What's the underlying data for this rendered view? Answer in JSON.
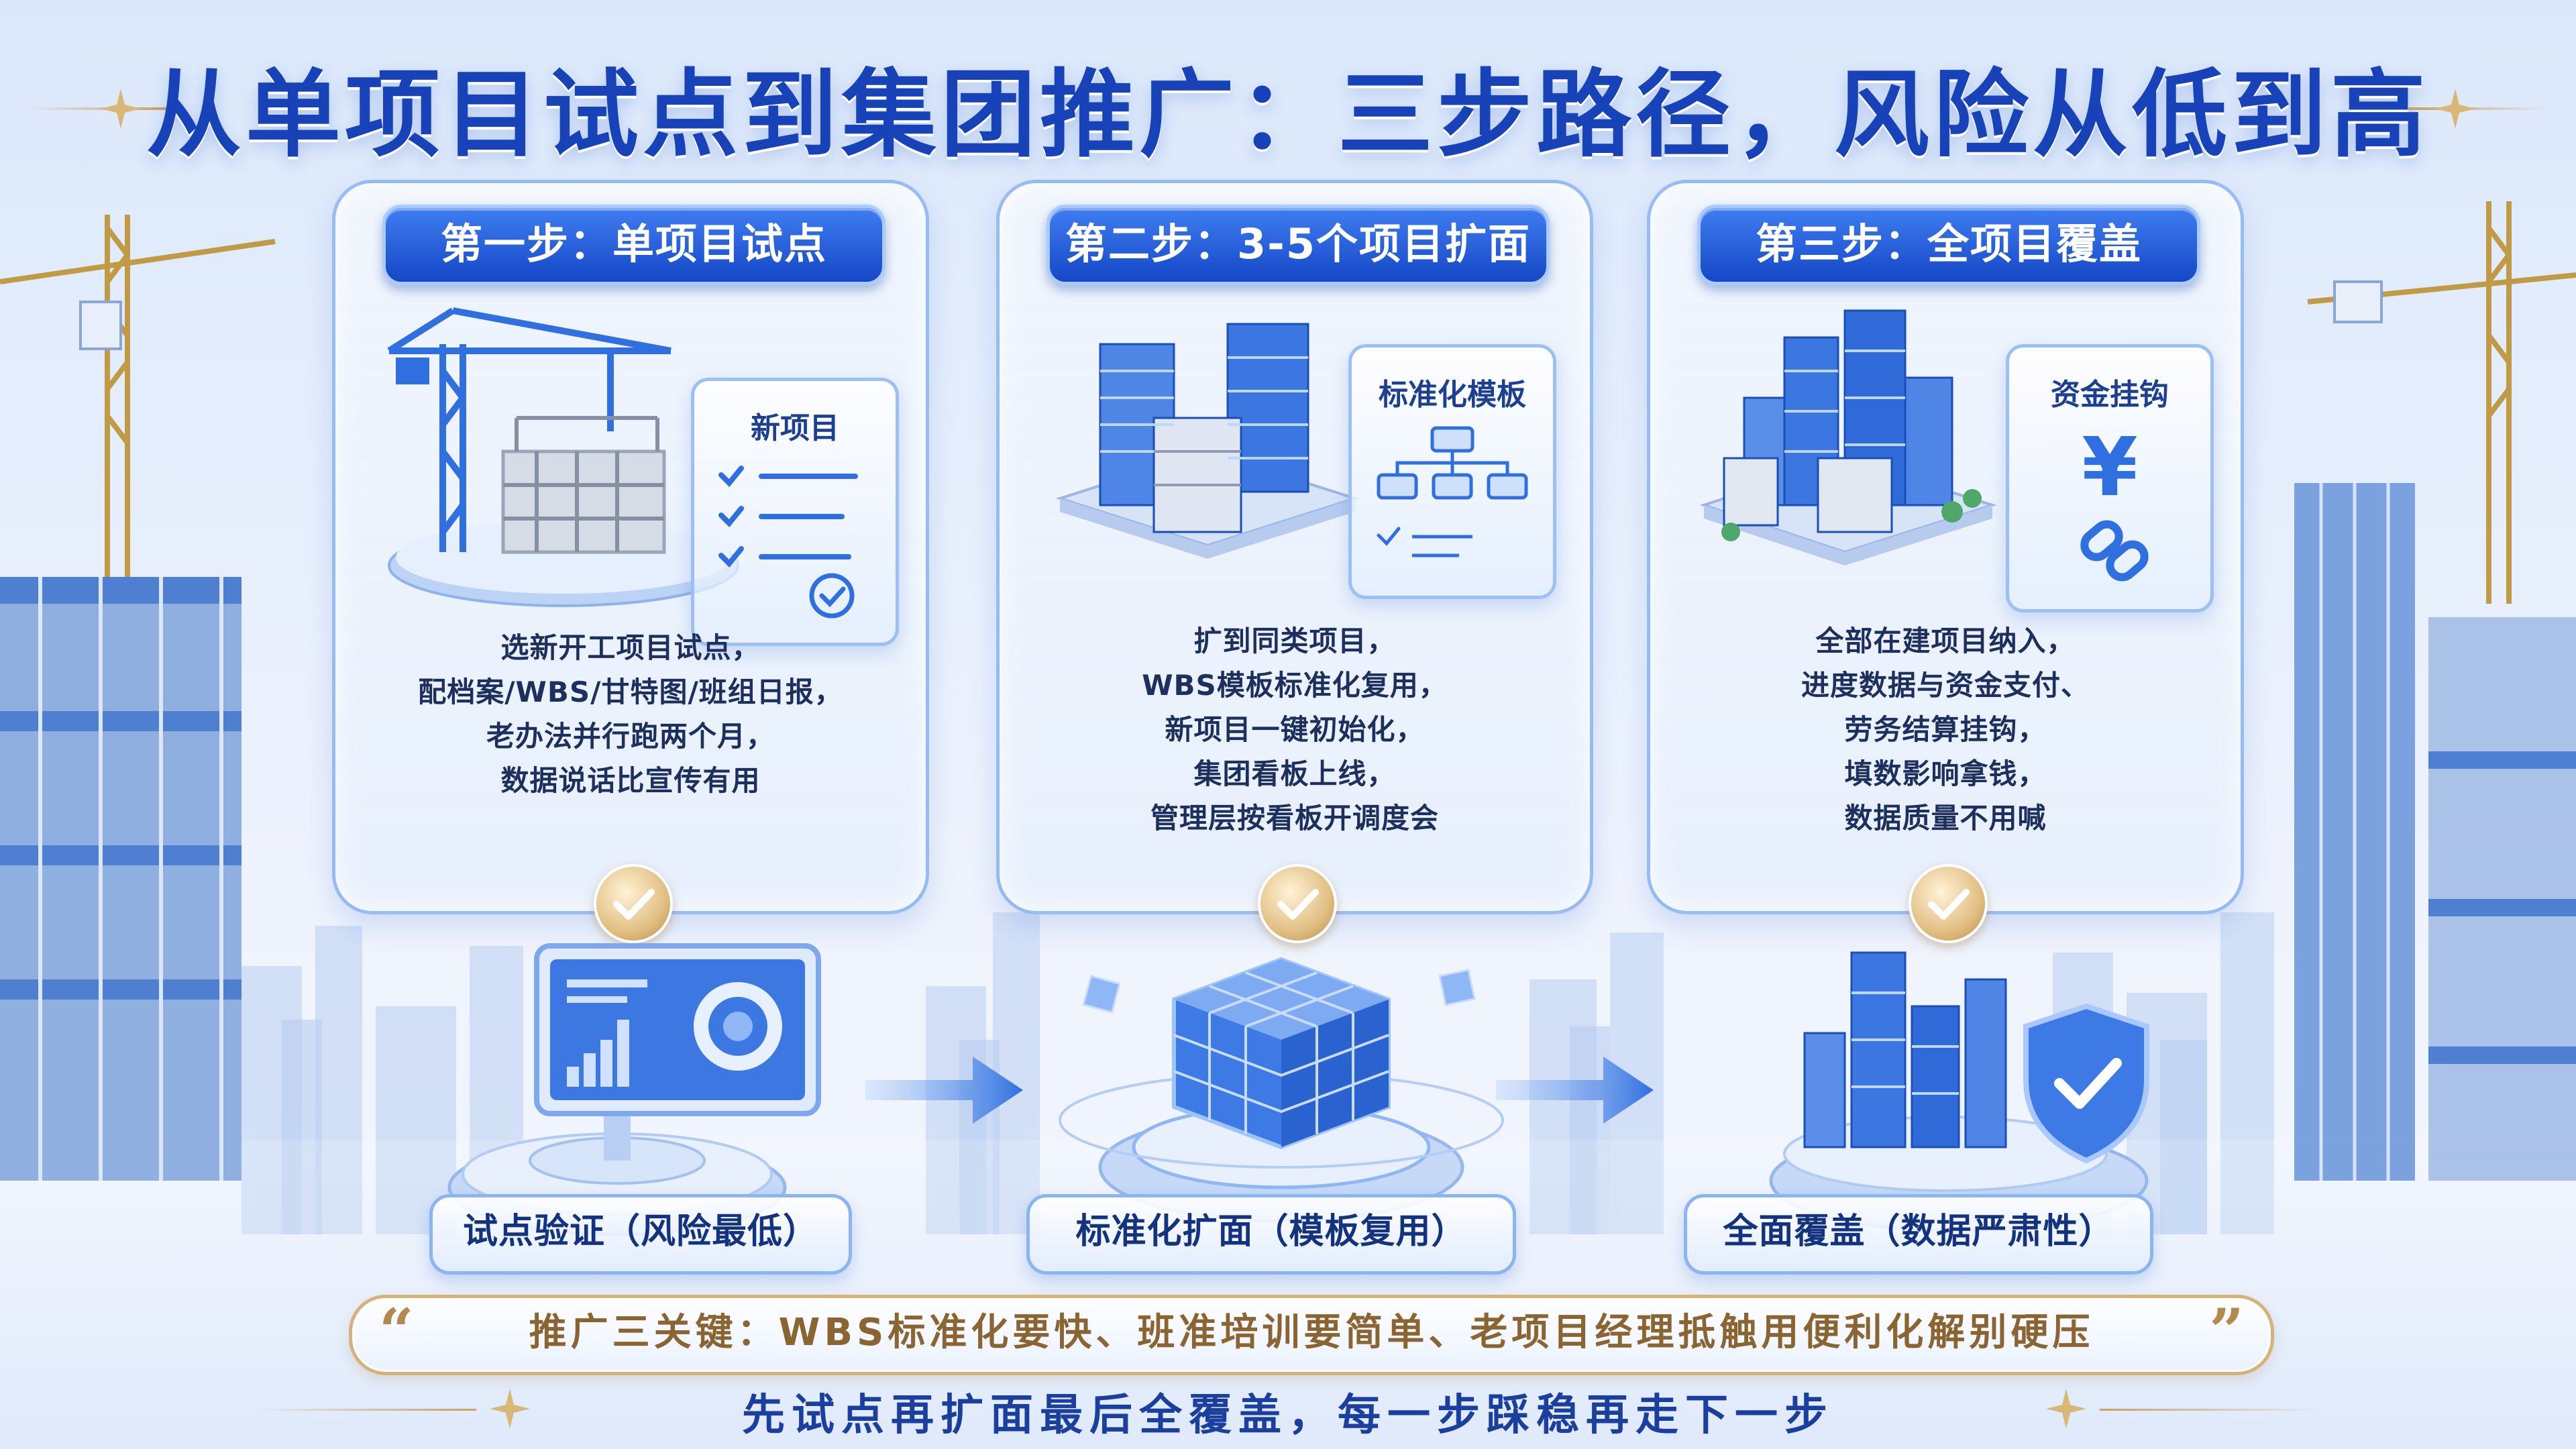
{
  "title": "从单项目试点到集团推广：三步路径，风险从低到高",
  "colors": {
    "primary": "#1742b8",
    "badge": "#2f66e0",
    "gold": "#c9a060",
    "panel_border": "#8ab5f2"
  },
  "steps": [
    {
      "badge": "第一步：单项目试点",
      "card_label": "新项目",
      "lines": [
        "选新开工项目试点，",
        "配档案/WBS/甘特图/班组日报，",
        "老办法并行跑两个月，",
        "数据说话比宣传有用"
      ],
      "icon": "construction-crane-icon"
    },
    {
      "badge": "第二步：3-5个项目扩面",
      "card_label": "标准化模板",
      "lines": [
        "扩到同类项目，",
        "WBS模板标准化复用，",
        "新项目一键初始化，",
        "集团看板上线，",
        "管理层按看板开调度会"
      ],
      "icon": "buildings-cluster-icon"
    },
    {
      "badge": "第三步：全项目覆盖",
      "card_label": "资金挂钩",
      "lines": [
        "全部在建项目纳入，",
        "进度数据与资金支付、",
        "劳务结算挂钩，",
        "填数影响拿钱，",
        "数据质量不用喊"
      ],
      "icon": "city-icon"
    }
  ],
  "stages": [
    {
      "label": "试点验证（风险最低）",
      "icon": "dashboard-monitor-icon"
    },
    {
      "label": "标准化扩面（模板复用）",
      "icon": "cube-icon"
    },
    {
      "label": "全面覆盖（数据严肃性）",
      "icon": "shield-check-icon"
    }
  ],
  "quote": {
    "open": "“",
    "text": "推广三关键：WBS标准化要快、班准培训要简单、老项目经理抵触用便利化解别硬压",
    "close": "”"
  },
  "footer": "先试点再扩面最后全覆盖，每一步踩稳再走下一步"
}
